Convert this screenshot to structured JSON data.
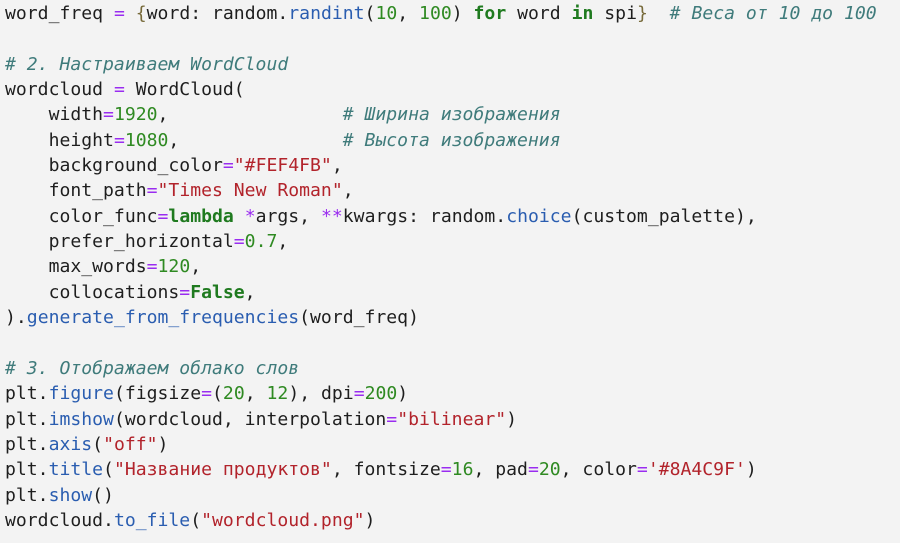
{
  "code_lines": [
    [
      [
        "t",
        "word_freq "
      ],
      [
        "op",
        "="
      ],
      [
        "t",
        " "
      ],
      [
        "br",
        "{"
      ],
      [
        "t",
        "word: random."
      ],
      [
        "fn",
        "randint"
      ],
      [
        "t",
        "("
      ],
      [
        "num",
        "10"
      ],
      [
        "t",
        ", "
      ],
      [
        "num",
        "100"
      ],
      [
        "t",
        ") "
      ],
      [
        "kw",
        "for"
      ],
      [
        "t",
        " word "
      ],
      [
        "kw",
        "in"
      ],
      [
        "t",
        " spi"
      ],
      [
        "br",
        "}"
      ],
      [
        "t",
        "  "
      ],
      [
        "com",
        "# Веса от 10 до 100"
      ]
    ],
    [],
    [
      [
        "com",
        "# 2. Настраиваем WordCloud"
      ]
    ],
    [
      [
        "t",
        "wordcloud "
      ],
      [
        "op",
        "="
      ],
      [
        "t",
        " WordCloud("
      ]
    ],
    [
      [
        "t",
        "    width"
      ],
      [
        "op",
        "="
      ],
      [
        "num",
        "1920"
      ],
      [
        "t",
        ",                "
      ],
      [
        "com",
        "# Ширина изображения"
      ]
    ],
    [
      [
        "t",
        "    height"
      ],
      [
        "op",
        "="
      ],
      [
        "num",
        "1080"
      ],
      [
        "t",
        ",               "
      ],
      [
        "com",
        "# Высота изображения"
      ]
    ],
    [
      [
        "t",
        "    background_color"
      ],
      [
        "op",
        "="
      ],
      [
        "str",
        "\"#FEF4FB\""
      ],
      [
        "t",
        ","
      ]
    ],
    [
      [
        "t",
        "    font_path"
      ],
      [
        "op",
        "="
      ],
      [
        "str",
        "\"Times New Roman\""
      ],
      [
        "t",
        ","
      ]
    ],
    [
      [
        "t",
        "    color_func"
      ],
      [
        "op",
        "="
      ],
      [
        "kw",
        "lambda"
      ],
      [
        "t",
        " "
      ],
      [
        "op",
        "*"
      ],
      [
        "t",
        "args, "
      ],
      [
        "op",
        "**"
      ],
      [
        "t",
        "kwargs: random."
      ],
      [
        "fn",
        "choice"
      ],
      [
        "t",
        "(custom_palette),"
      ]
    ],
    [
      [
        "t",
        "    prefer_horizontal"
      ],
      [
        "op",
        "="
      ],
      [
        "num",
        "0.7"
      ],
      [
        "t",
        ","
      ]
    ],
    [
      [
        "t",
        "    max_words"
      ],
      [
        "op",
        "="
      ],
      [
        "num",
        "120"
      ],
      [
        "t",
        ","
      ]
    ],
    [
      [
        "t",
        "    collocations"
      ],
      [
        "op",
        "="
      ],
      [
        "kw",
        "False"
      ],
      [
        "t",
        ","
      ]
    ],
    [
      [
        "t",
        ")."
      ],
      [
        "fn",
        "generate_from_frequencies"
      ],
      [
        "t",
        "(word_freq)"
      ]
    ],
    [],
    [
      [
        "com",
        "# 3. Отображаем облако слов"
      ]
    ],
    [
      [
        "t",
        "plt."
      ],
      [
        "fn",
        "figure"
      ],
      [
        "t",
        "(figsize"
      ],
      [
        "op",
        "="
      ],
      [
        "t",
        "("
      ],
      [
        "num",
        "20"
      ],
      [
        "t",
        ", "
      ],
      [
        "num",
        "12"
      ],
      [
        "t",
        "), dpi"
      ],
      [
        "op",
        "="
      ],
      [
        "num",
        "200"
      ],
      [
        "t",
        ")"
      ]
    ],
    [
      [
        "t",
        "plt."
      ],
      [
        "fn",
        "imshow"
      ],
      [
        "t",
        "(wordcloud, interpolation"
      ],
      [
        "op",
        "="
      ],
      [
        "str",
        "\"bilinear\""
      ],
      [
        "t",
        ")"
      ]
    ],
    [
      [
        "t",
        "plt."
      ],
      [
        "fn",
        "axis"
      ],
      [
        "t",
        "("
      ],
      [
        "str",
        "\"off\""
      ],
      [
        "t",
        ")"
      ]
    ],
    [
      [
        "t",
        "plt."
      ],
      [
        "fn",
        "title"
      ],
      [
        "t",
        "("
      ],
      [
        "str",
        "\"Название продуктов\""
      ],
      [
        "t",
        ", fontsize"
      ],
      [
        "op",
        "="
      ],
      [
        "num",
        "16"
      ],
      [
        "t",
        ", pad"
      ],
      [
        "op",
        "="
      ],
      [
        "num",
        "20"
      ],
      [
        "t",
        ", color"
      ],
      [
        "op",
        "="
      ],
      [
        "str",
        "'#8A4C9F'"
      ],
      [
        "t",
        ")"
      ]
    ],
    [
      [
        "t",
        "plt."
      ],
      [
        "fn",
        "show"
      ],
      [
        "t",
        "()"
      ]
    ],
    [
      [
        "t",
        "wordcloud."
      ],
      [
        "fn",
        "to_file"
      ],
      [
        "t",
        "("
      ],
      [
        "str",
        "\"wordcloud.png\""
      ],
      [
        "t",
        ")"
      ]
    ]
  ]
}
